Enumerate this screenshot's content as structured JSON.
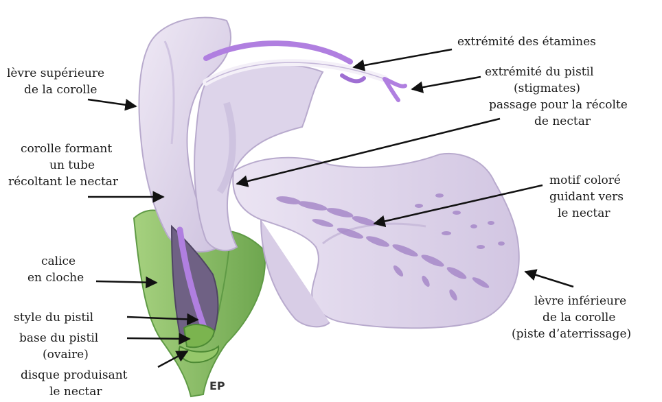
{
  "labels": {
    "levre_sup_1": "lèvre supérieure",
    "levre_sup_2": "de la corolle",
    "tube_1": "corolle formant",
    "tube_2": "un tube",
    "tube_3": "récoltant le nectar",
    "calice_1": "calice",
    "calice_2": "en cloche",
    "style": "style du pistil",
    "base_1": "base du pistil",
    "base_2": "(ovaire)",
    "disque_1": "disque produisant",
    "disque_2": "le nectar",
    "etamines": "extrémité des étamines",
    "pistil_1": "extrémité du pistil",
    "pistil_2": "(stigmates)",
    "passage_1": "passage pour la récolte",
    "passage_2": "de nectar",
    "motif_1": "motif coloré",
    "motif_2": "guidant vers",
    "motif_3": "le nectar",
    "levre_inf_1": "lèvre inférieure",
    "levre_inf_2": "de la corolle",
    "levre_inf_3": "(piste d’aterrissage)"
  },
  "signature": "EP",
  "colors": {
    "petal": "#e4dcee",
    "petal_shade": "#c9bcdb",
    "petal_dark": "#a898c0",
    "stamen": "#b07fe0",
    "sepal": "#8fc06a",
    "sepal_dark": "#5f9a45",
    "arrow": "#111111",
    "spots": "#a789c9"
  }
}
